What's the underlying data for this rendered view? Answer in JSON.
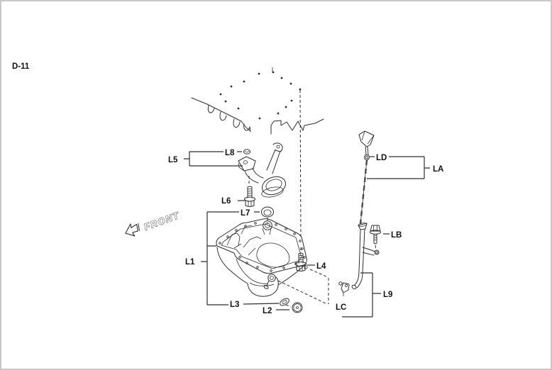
{
  "diagram": {
    "code": "D-11",
    "front_label": "FRONT",
    "callouts": {
      "L1": "L1",
      "L2": "L2",
      "L3": "L3",
      "L4": "L4",
      "L5": "L5",
      "L6": "L6",
      "L7": "L7",
      "L8": "L8",
      "L9": "L9",
      "LA": "LA",
      "LB": "LB",
      "LC": "LC",
      "LD": "LD"
    }
  },
  "colors": {
    "line": "#2e2e2e",
    "label_text": "#111111",
    "background": "#ffffff",
    "border": "#b6b6b6"
  }
}
